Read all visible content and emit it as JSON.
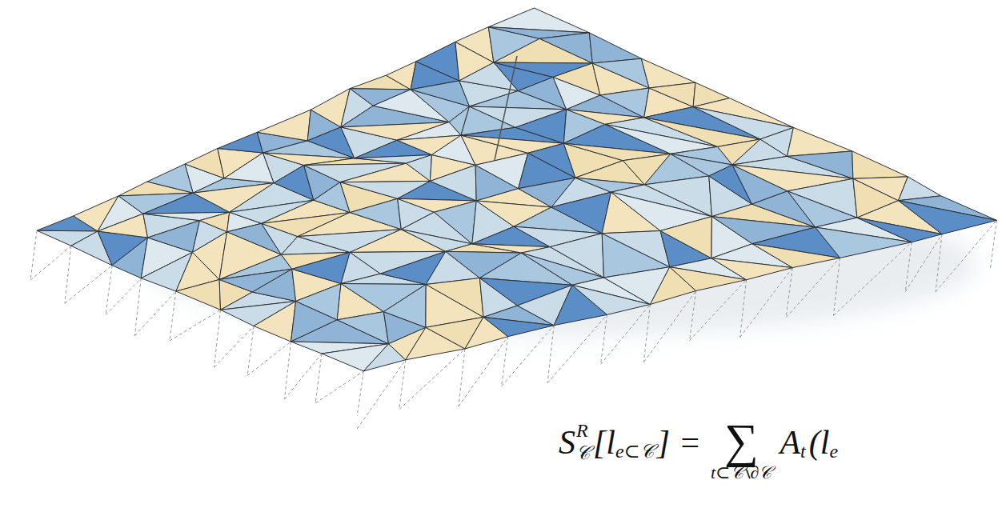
{
  "diagram": {
    "labels": [
      "S",
      "R",
      "𝒞",
      "[l",
      "e⊂𝒞",
      "] =",
      "∑",
      "t⊂𝒞∖∂𝒞",
      "A",
      "t",
      "(l",
      "e"
    ]
  }
}
